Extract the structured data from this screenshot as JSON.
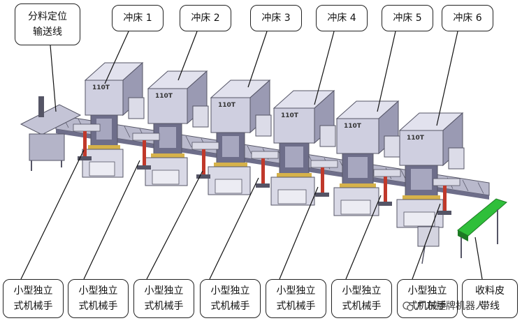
{
  "top_labels": [
    {
      "id": "feeder",
      "text_lines": [
        "分料定位",
        "输送线"
      ]
    },
    {
      "id": "press1",
      "text_lines": [
        "冲床 1"
      ]
    },
    {
      "id": "press2",
      "text_lines": [
        "冲床 2"
      ]
    },
    {
      "id": "press3",
      "text_lines": [
        "冲床 3"
      ]
    },
    {
      "id": "press4",
      "text_lines": [
        "冲床 4"
      ]
    },
    {
      "id": "press5",
      "text_lines": [
        "冲床 5"
      ]
    },
    {
      "id": "press6",
      "text_lines": [
        "冲床 6"
      ]
    }
  ],
  "bottom_labels": [
    {
      "id": "robot1",
      "text_lines": [
        "小型独立",
        "式机械手"
      ]
    },
    {
      "id": "robot2",
      "text_lines": [
        "小型独立",
        "式机械手"
      ]
    },
    {
      "id": "robot3",
      "text_lines": [
        "小型独立",
        "式机械手"
      ]
    },
    {
      "id": "robot4",
      "text_lines": [
        "小型独立",
        "式机械手"
      ]
    },
    {
      "id": "robot5",
      "text_lines": [
        "小型独立",
        "式机械手"
      ]
    },
    {
      "id": "robot6",
      "text_lines": [
        "小型独立",
        "式机械手"
      ]
    },
    {
      "id": "robot7",
      "text_lines": [
        "小型独立",
        "式机械手"
      ]
    },
    {
      "id": "belt",
      "text_lines": [
        "收料皮",
        "带线"
      ]
    }
  ],
  "press_plate_text": "110T",
  "watermark": "广东捷牌机器人",
  "colors": {
    "machine_body": "#cfcfe0",
    "machine_shadow": "#9a9ab3",
    "machine_dark": "#6e6e8a",
    "frame": "#555566",
    "belt_green": "#2fbf3a",
    "accent_yellow": "#d6b24a",
    "accent_red": "#c0392b"
  }
}
